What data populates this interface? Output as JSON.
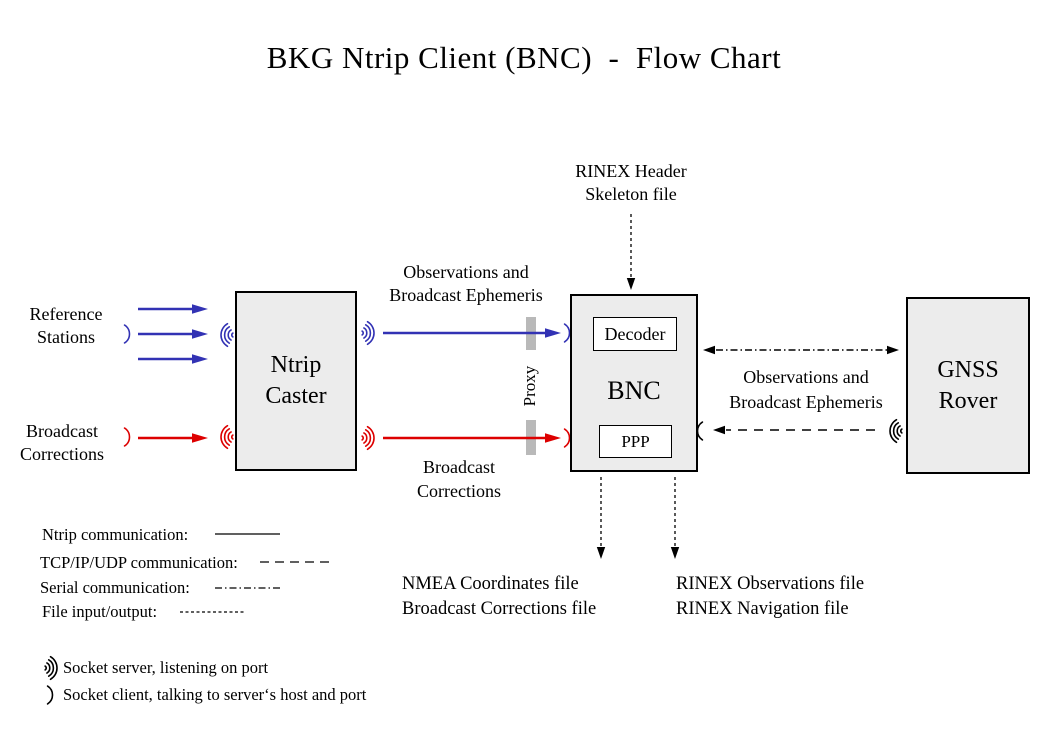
{
  "title": "BKG Ntrip Client (BNC)  -  Flow Chart",
  "nodes": {
    "ntrip_caster": {
      "lines": [
        "Ntrip",
        "Caster"
      ]
    },
    "bnc": {
      "label": "BNC",
      "decoder_label": "Decoder",
      "ppp_label": "PPP"
    },
    "gnss_rover": {
      "lines": [
        "GNSS",
        "Rover"
      ]
    }
  },
  "labels": {
    "reference_stations": [
      "Reference",
      "Stations"
    ],
    "broadcast_corrections_input": [
      "Broadcast",
      "Corrections"
    ],
    "observations_to_bnc": [
      "Observations and",
      "Broadcast Ephemeris"
    ],
    "broadcast_corrections_stream": [
      "Broadcast",
      "Corrections"
    ],
    "rinex_header_skeleton": [
      "RINEX Header",
      "Skeleton file"
    ],
    "observations_to_rover": [
      "Observations and",
      "Broadcast Ephemeris"
    ],
    "proxy": "Proxy",
    "nmea_outputs": [
      "NMEA Coordinates file",
      "Broadcast Corrections file"
    ],
    "rinex_outputs": [
      "RINEX Observations file",
      "RINEX Navigation file"
    ]
  },
  "legend": {
    "items": [
      {
        "label": "Ntrip communication:",
        "line_style": "solid"
      },
      {
        "label": "TCP/IP/UDP communication:",
        "line_style": "dashed"
      },
      {
        "label": "Serial communication:",
        "line_style": "dash-dot"
      },
      {
        "label": "File input/output:",
        "line_style": "fine-dash"
      }
    ]
  },
  "socket_legend": {
    "server": {
      "icon": "socket-server-icon",
      "label": "Socket server, listening on port"
    },
    "client": {
      "icon": "socket-client-icon",
      "label": "Socket client, talking to server‘s host and port"
    }
  },
  "colors": {
    "ntrip_blue": "#3232b4",
    "corrections_red": "#dd0000",
    "line_black": "#000000",
    "box_fill": "#ececec",
    "proxy_gray": "#b9b9b9"
  }
}
